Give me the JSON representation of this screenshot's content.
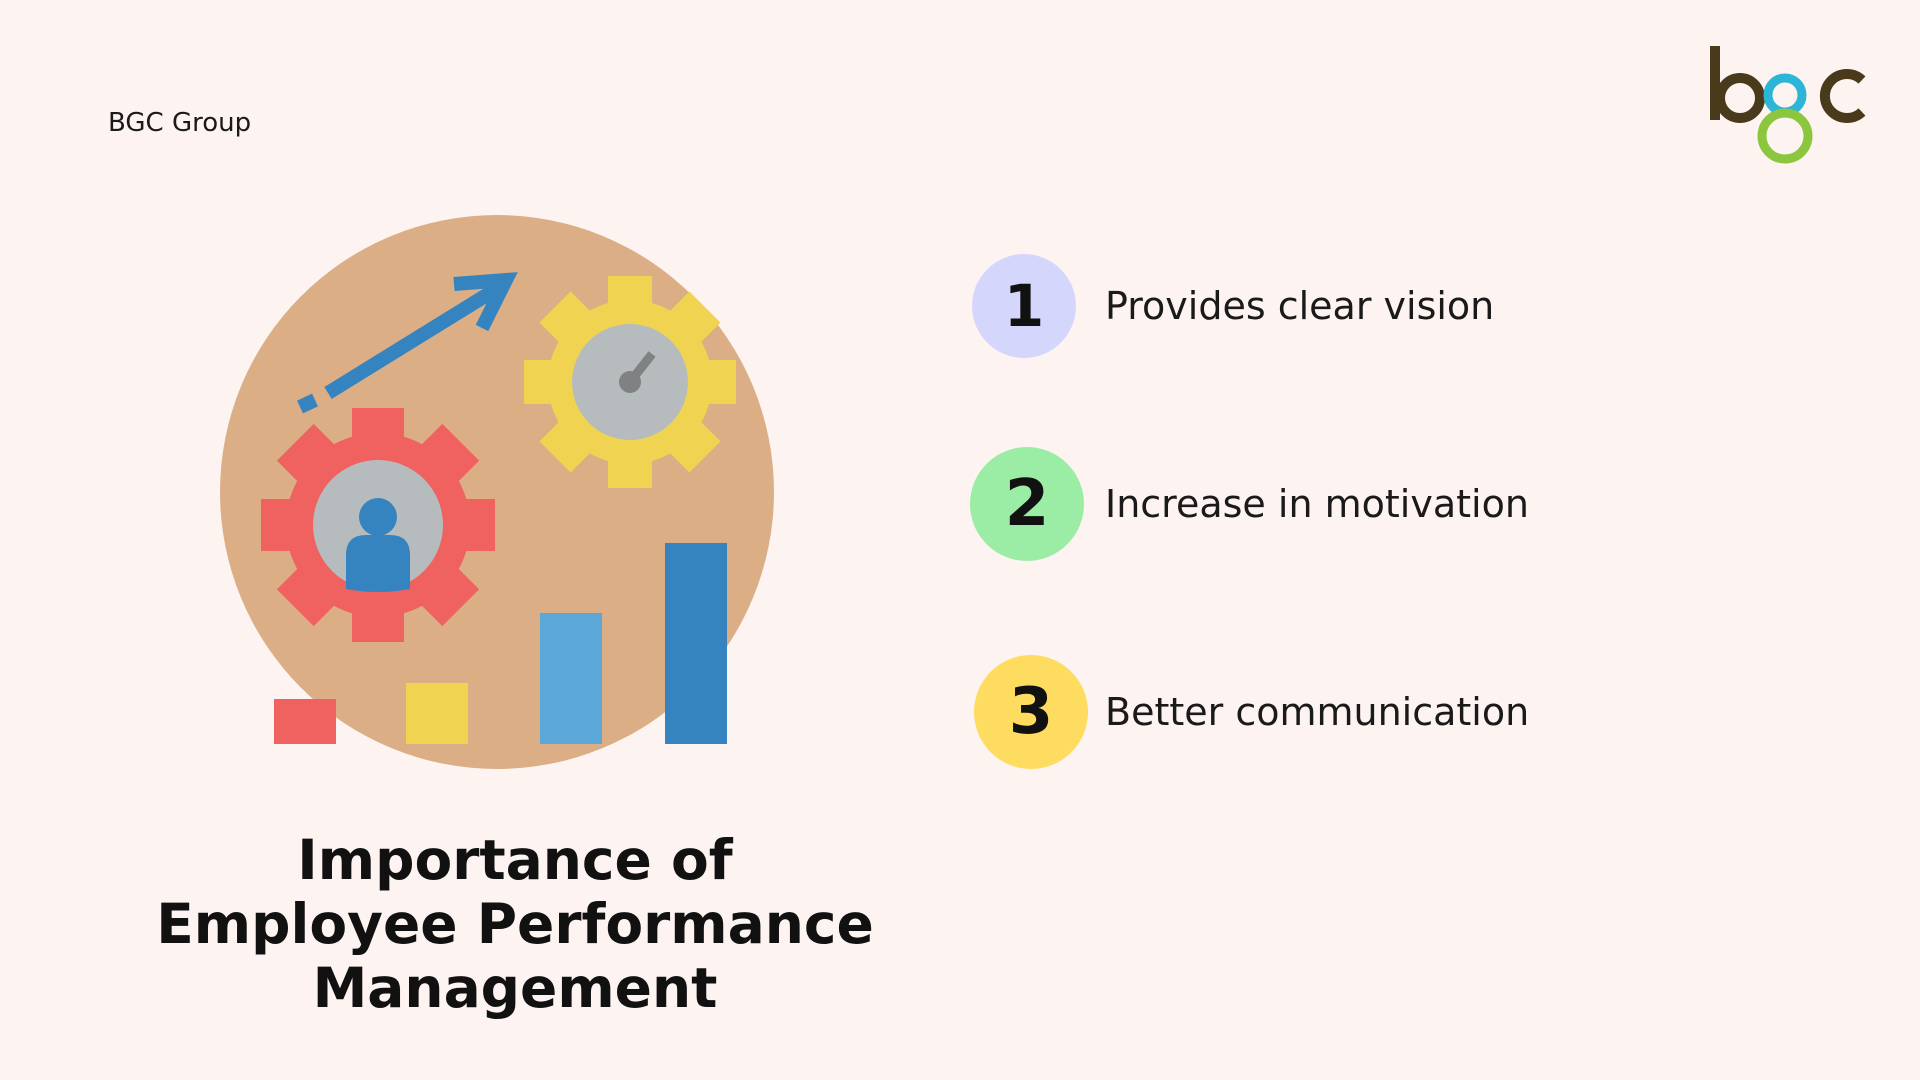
{
  "page": {
    "background_color": "#fdf3f1"
  },
  "header": {
    "company_name": "BGC Group",
    "logo": {
      "text": "bgc",
      "letter_color": "#4a3a1c",
      "ring_top_color": "#2bb5d6",
      "ring_bottom_color": "#8cc63f"
    }
  },
  "illustration": {
    "icon": "performance-growth-illustration",
    "circle_color": "#dcae86",
    "colors": {
      "red": "#f0625f",
      "yellow": "#f0d451",
      "blue_dark": "#3584c0",
      "blue_light": "#5aa7d8",
      "gray": "#b6bcbd",
      "gray_dark": "#7f8182"
    }
  },
  "title": {
    "lines": [
      "Importance of",
      "Employee Performance",
      "Management"
    ]
  },
  "points": [
    {
      "number": "1",
      "label": "Provides clear vision",
      "badge_color": "#d5d6fb"
    },
    {
      "number": "2",
      "label": "Increase in motivation",
      "badge_color": "#9beda6"
    },
    {
      "number": "3",
      "label": "Better communication",
      "badge_color": "#fddc60"
    }
  ]
}
